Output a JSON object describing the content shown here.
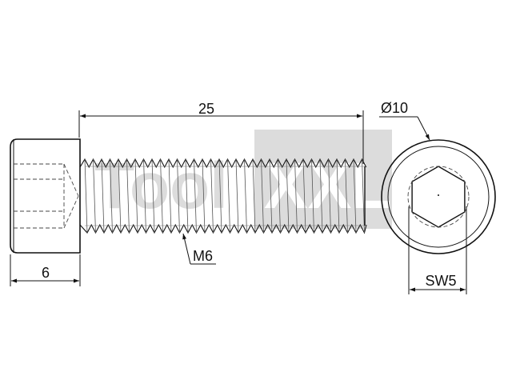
{
  "watermark": {
    "text_left": "Tool",
    "text_right": "XXL",
    "text_color": "#dcdcdc",
    "box_color": "#dcdcdc",
    "box_text_color": "#ffffff"
  },
  "dimensions": {
    "length": "25",
    "head_height": "6",
    "head_diameter": "Ø10",
    "thread": "M6",
    "hex_socket": "SW5"
  },
  "colors": {
    "line": "#111111",
    "hidden": "#444444",
    "background": "#ffffff"
  }
}
